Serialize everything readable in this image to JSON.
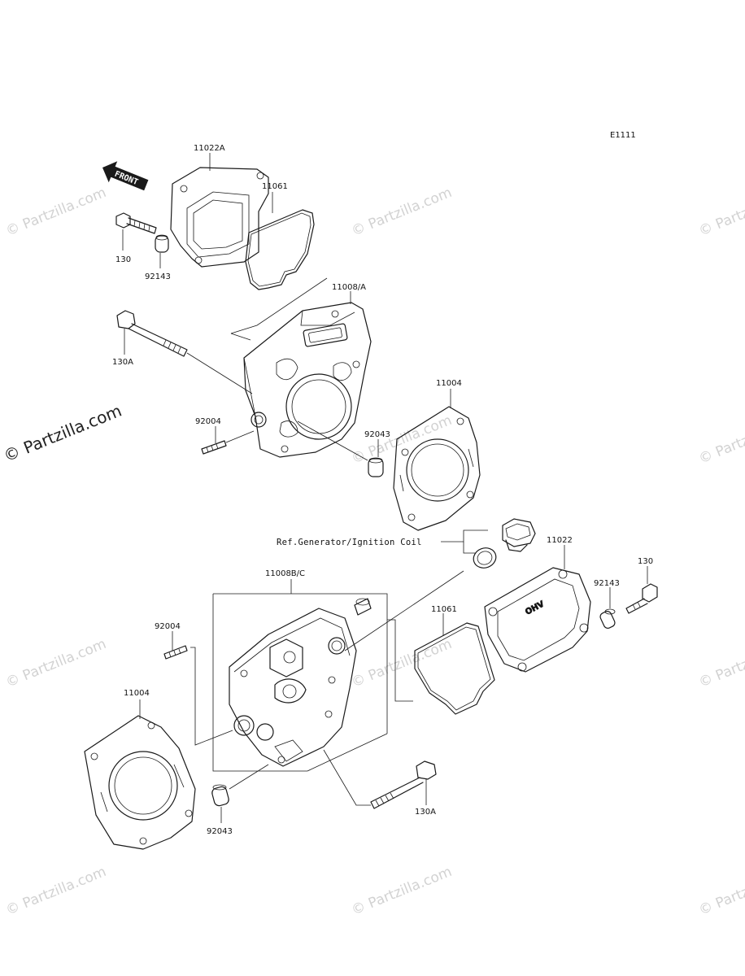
{
  "diagram_code": "E1111",
  "front_label": "FRONT",
  "reference_note": "Ref.Generator/Ignition Coil",
  "watermark_text": "© Partzilla.com",
  "watermark_prominent_text": "© Partzilla.com",
  "callouts": {
    "c11022A": "11022A",
    "c11061_top": "11061",
    "c130_top": "130",
    "c92143_top": "92143",
    "c11008A": "11008/A",
    "c130A_top": "130A",
    "c11004_top": "11004",
    "c92004_top": "92004",
    "c92043_top": "92043",
    "c11022": "11022",
    "c130_right": "130",
    "c92143_right": "92143",
    "c11008BC": "11008B/C",
    "c11061_bottom": "11061",
    "c92004_bottom": "92004",
    "c11004_bottom": "11004",
    "c92043_bottom": "92043",
    "c130A_bottom": "130A"
  },
  "valve_cover_marking": "OHV",
  "colors": {
    "line": "#1a1a1a",
    "watermark": "#d2d2d2",
    "background": "#ffffff"
  }
}
